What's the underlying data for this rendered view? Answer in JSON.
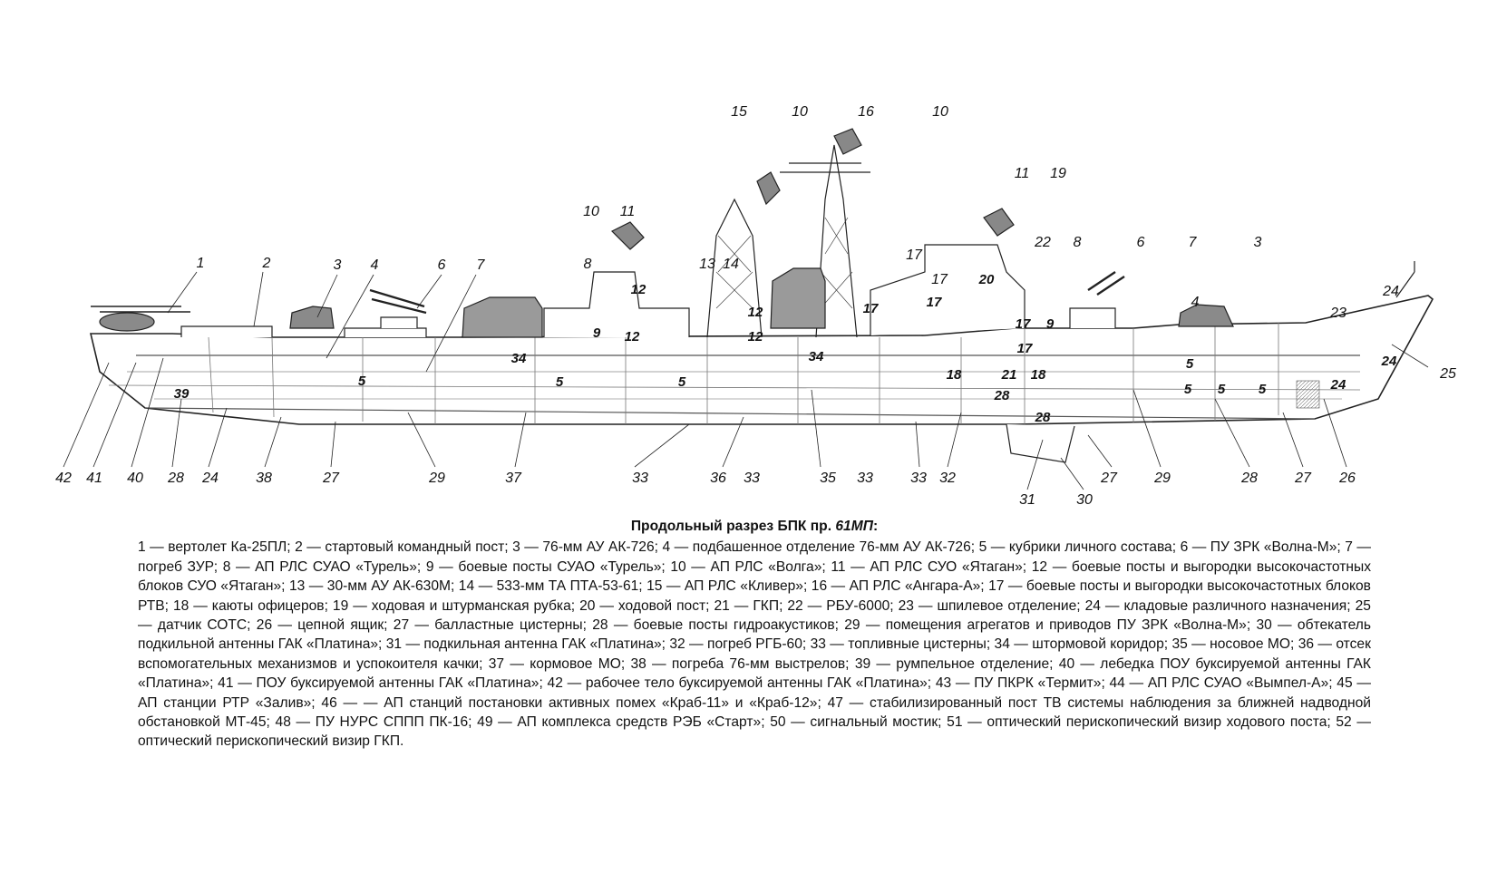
{
  "title": {
    "prefix": "Продольный разрез БПК пр. ",
    "project": "61МП",
    "suffix": ":"
  },
  "legend": [
    "1 — вертолет Ка-25ПЛ;",
    "2 — стартовый командный пост;",
    "3 — 76-мм АУ АК-726;",
    "4 — подбашенное отделение 76-мм АУ АК-726;",
    "5 — кубрики личного состава;",
    "6 — ПУ ЗРК «Волна-М»;",
    "7 — погреб ЗУР;",
    "8 — АП РЛС СУАО «Турель»;",
    "9 — боевые посты СУАО «Турель»;",
    "10 — АП РЛС «Волга»;",
    "11 — АП РЛС СУО «Ятаган»;",
    "12 — боевые посты и выгородки высокочастотных блоков СУО «Ятаган»;",
    "13 — 30-мм АУ АК-630М;",
    "14 — 533-мм ТА ПТА-53-61;",
    "15 — АП РЛС «Кливер»;",
    "16 — АП РЛС «Ангара-А»;",
    "17 — боевые посты и выгородки высокочастотных блоков РТВ;",
    "18 — каюты офицеров;",
    "19 — ходовая и штурманская рубка;",
    "20 — ходовой пост;",
    "21 — ГКП;",
    "22 — РБУ-6000;",
    "23 — шпилевое отделение;",
    "24 — кладовые различного назначения;",
    "25 — датчик СОТС;",
    "26 — цепной ящик;",
    "27 — балластные цистерны;",
    "28 — боевые посты гидроакустиков;",
    "29 — помещения агрегатов и приводов ПУ ЗРК «Волна-М»;",
    "30 — обтекатель подкильной антенны ГАК «Платина»;",
    "31 — подкильная антенна ГАК «Платина»;",
    "32 — погреб РГБ-60;",
    "33 — топливные цистерны;",
    "34 — штормовой коридор;",
    "35 — носовое МО;",
    "36 — отсек вспомогательных механизмов и успокоителя качки;",
    "37 — кормовое МО;",
    "38 — погреба 76-мм выстрелов;",
    "39 — румпельное отделение;",
    "40 — лебедка ПОУ буксируемой антенны ГАК «Платина»;",
    "41 — ПОУ буксируемой антенны ГАК «Платина»;",
    "42 — рабочее тело буксируемой антенны ГАК «Платина»;",
    "43 — ПУ ПКРК «Термит»;",
    "44 — АП РЛС СУАО «Вымпел-А»;",
    "45 — АП станции РТР «Залив»;",
    "46 — — АП станций постановки активных помех «Краб-11» и «Краб-12»;",
    "47 — стабилизированный пост ТВ системы наблюдения за ближней надводной обстановкой МТ-45;",
    "48 — ПУ НУРС СППП ПК-16;",
    "49 — АП комплекса средств РЭБ «Старт»;",
    "50 — сигнальный мостик;",
    "51 — оптический перископический визир ходового поста;",
    "52 — оптический перископический визир ГКП."
  ],
  "callout_labels": [
    "1",
    "2",
    "3",
    "4",
    "6",
    "7",
    "8",
    "10",
    "11",
    "13",
    "14",
    "15",
    "10",
    "16",
    "10",
    "11",
    "19",
    "22",
    "8",
    "6",
    "7",
    "3",
    "23",
    "24",
    "4",
    "17",
    "17",
    "25",
    "42",
    "41",
    "40",
    "28",
    "24",
    "38",
    "27",
    "29",
    "37",
    "33",
    "36",
    "33",
    "35",
    "33",
    "33",
    "32",
    "31",
    "30",
    "27",
    "29",
    "28",
    "27",
    "26"
  ],
  "compartment_labels": [
    "39",
    "5",
    "12",
    "12",
    "9",
    "34",
    "5",
    "5",
    "12",
    "12",
    "34",
    "17",
    "17",
    "20",
    "17",
    "9",
    "17",
    "18",
    "21",
    "18",
    "28",
    "28",
    "5",
    "5",
    "5",
    "5",
    "24",
    "24"
  ]
}
